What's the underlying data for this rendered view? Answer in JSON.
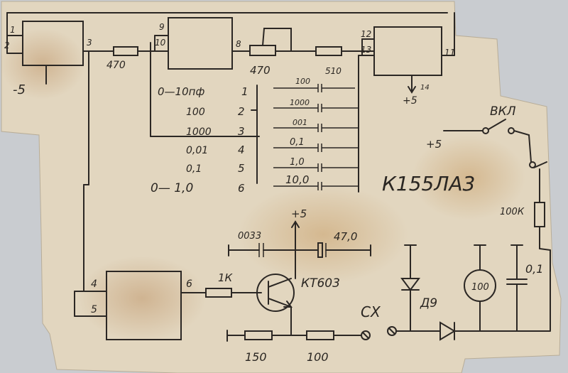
{
  "title": "К155ЛА3",
  "colors": {
    "paper": "#e3d8c2",
    "ink": "#2b2724",
    "background": "#c9ccd0"
  },
  "pins": {
    "g1_in_a": "1",
    "g1_in_b": "2",
    "g1_out": "3",
    "g2_in_a": "9",
    "g2_in_b": "10",
    "g2_out": "8",
    "g3_in_a": "12",
    "g3_in_b": "13",
    "g3_out": "11",
    "g3_power": "14",
    "g4_in_a": "4",
    "g4_in_b": "5",
    "g4_out": "6"
  },
  "labels": {
    "minus5": "-5",
    "r_470_a": "470",
    "pot_470": "470",
    "r_510": "510",
    "plus5_chip": "+5",
    "plus5_left": "+5",
    "plus5_top": "+5",
    "switch": "ВКЛ",
    "r_100k": "100К",
    "r_1k": "1К",
    "transistor": "КТ603",
    "cap_0033": "0033",
    "cap_470": "47,0",
    "cap_01": "0,1",
    "diode_d9": "Д9",
    "meter": "100",
    "cx": "СХ",
    "r_150": "150",
    "r_100": "100"
  },
  "ranges": [
    {
      "num": "1",
      "left": "0—10пф",
      "right": "100"
    },
    {
      "num": "2",
      "left": "100",
      "right": "1000"
    },
    {
      "num": "3",
      "left": "1000",
      "right": "001"
    },
    {
      "num": "4",
      "left": "0,01",
      "right": "0,1"
    },
    {
      "num": "5",
      "left": "0,1",
      "right": "1,0"
    },
    {
      "num": "6",
      "left": "0— 1,0",
      "right": "10,0"
    }
  ]
}
